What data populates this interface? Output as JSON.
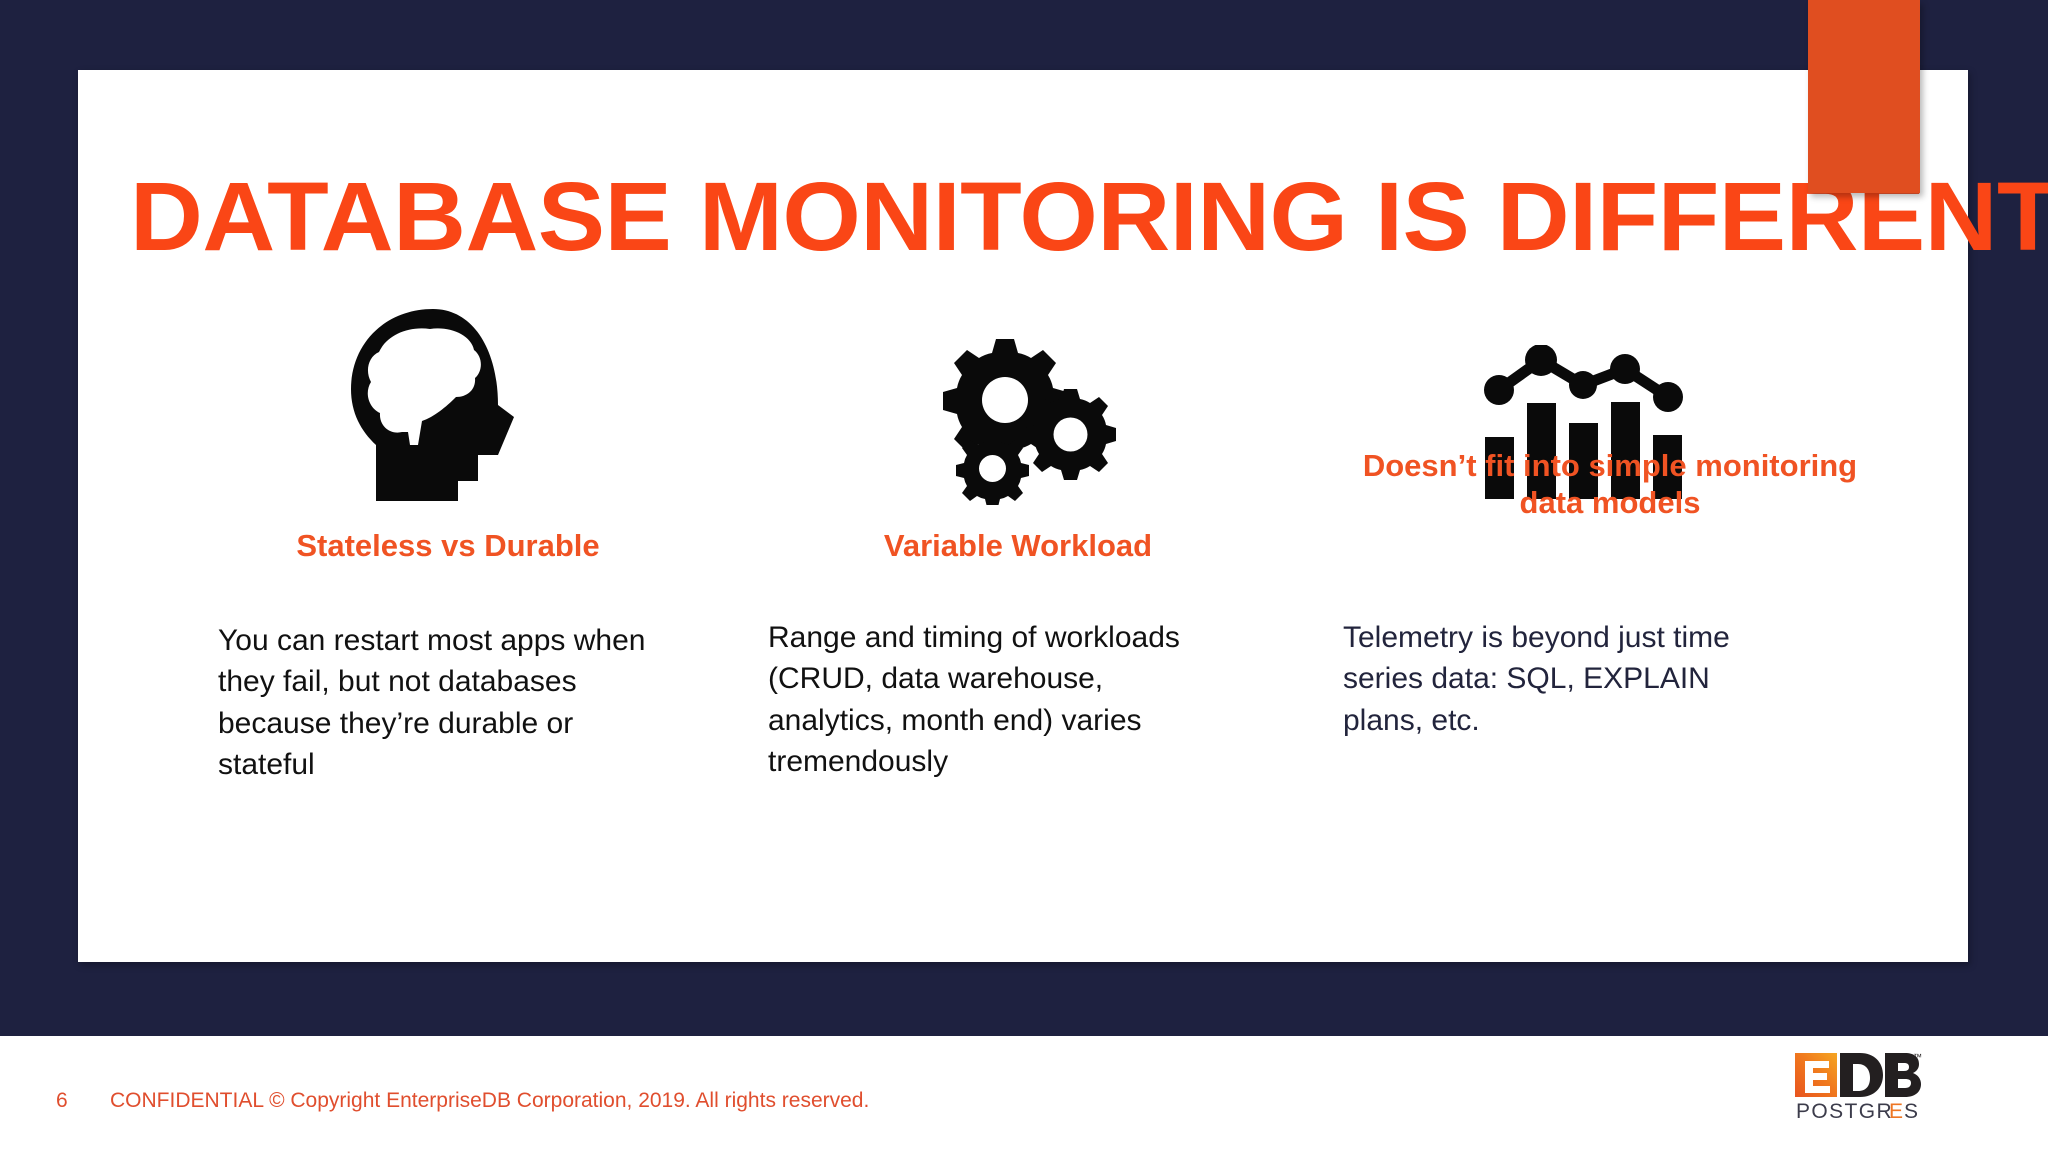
{
  "slide": {
    "title": "DATABASE MONITORING IS DIFFERENT",
    "accent_color": "#E04E20",
    "title_color": "#FA4616",
    "background_color": "#1E2140",
    "card_color": "#FFFFFF"
  },
  "columns": [
    {
      "icon": "head-brain-icon",
      "heading": "Stateless vs Durable",
      "body": "You can restart most apps when they fail, but not databases because they’re durable or stateful"
    },
    {
      "icon": "gears-icon",
      "heading": "Variable Workload",
      "body": "Range and timing of workloads (CRUD, data warehouse, analytics, month end) varies tremendously"
    },
    {
      "icon": "bar-line-chart-icon",
      "heading": "Doesn’t fit into simple monitoring data models",
      "body": "Telemetry is beyond just time series data: SQL, EXPLAIN plans, etc."
    }
  ],
  "footer": {
    "page_number": "6",
    "confidential_text": "CONFIDENTIAL © Copyright EnterpriseDB Corporation, 2019. All rights reserved.",
    "text_color": "#E04E2E",
    "logo": {
      "mark_e": "E",
      "mark_db": "DB",
      "trademark": "™",
      "wordmark_pre": "POSTGR",
      "wordmark_accent": "E",
      "wordmark_post": "S"
    }
  }
}
